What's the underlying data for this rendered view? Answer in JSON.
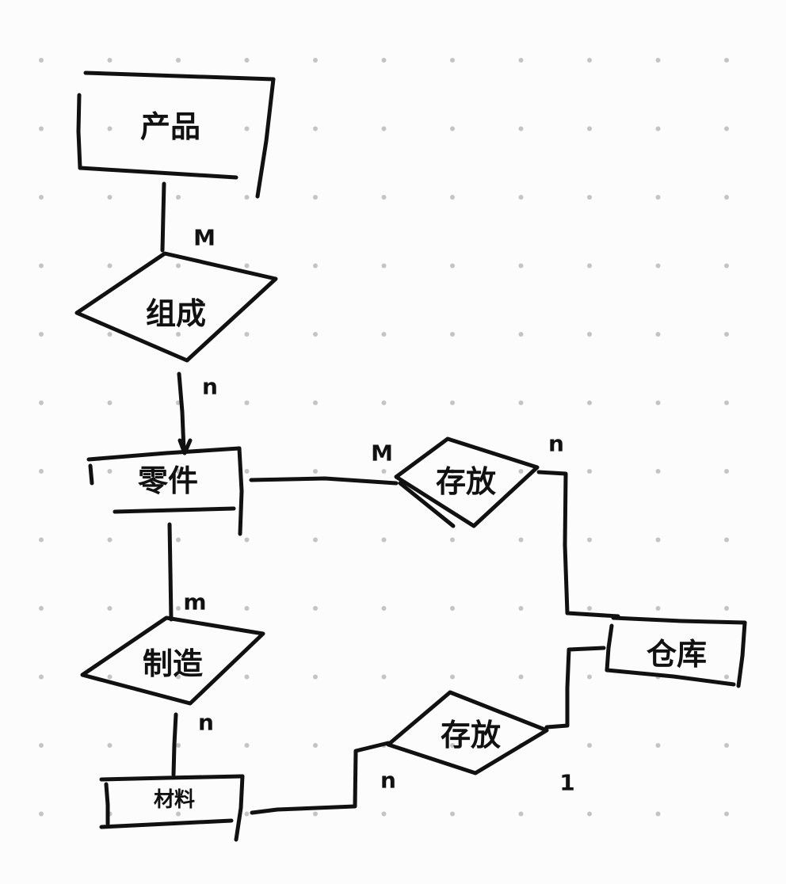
{
  "entities": {
    "product": "产品",
    "part": "零件",
    "material": "材料",
    "warehouse": "仓库"
  },
  "relationships": {
    "compose": "组成",
    "store_part": "存放",
    "make": "制造",
    "store_material": "存放"
  },
  "cardinalities": {
    "compose_product": "M",
    "compose_part": "n",
    "store_part_part": "M",
    "store_part_warehouse": "n",
    "make_part": "m",
    "make_material": "n",
    "store_material_material": "n",
    "store_material_warehouse": "1"
  },
  "colors": {
    "ink": "#111111",
    "paper": "#fcfcfc",
    "grid_dot": "#c4c4c4"
  }
}
